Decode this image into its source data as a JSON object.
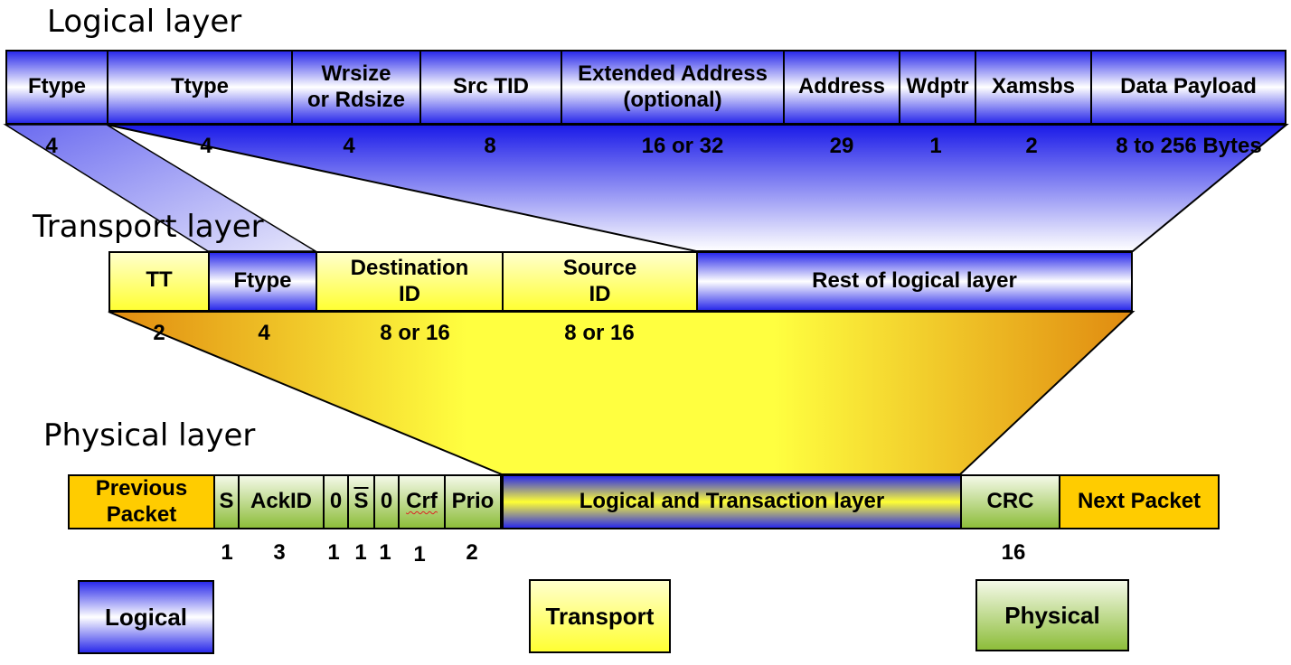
{
  "titles": {
    "logical": "Logical layer",
    "transport": "Transport layer",
    "physical": "Physical layer"
  },
  "logical_fields": [
    {
      "label": "Ftype",
      "bits": "4"
    },
    {
      "label": "Ttype",
      "bits": "4"
    },
    {
      "label": "Wrsize\nor Rdsize",
      "bits": "4"
    },
    {
      "label": "Src TID",
      "bits": "8"
    },
    {
      "label": "Extended Address\n(optional)",
      "bits": "16 or 32"
    },
    {
      "label": "Address",
      "bits": "29"
    },
    {
      "label": "Wdptr",
      "bits": "1"
    },
    {
      "label": "Xamsbs",
      "bits": "2"
    },
    {
      "label": "Data Payload",
      "bits": "8 to 256 Bytes"
    }
  ],
  "transport_fields": [
    {
      "label": "TT",
      "bits": "2"
    },
    {
      "label": "Ftype",
      "bits": "4"
    },
    {
      "label": "Destination\nID",
      "bits": "8 or 16"
    },
    {
      "label": "Source\nID",
      "bits": "8 or 16"
    },
    {
      "label": "Rest of logical layer",
      "bits": ""
    }
  ],
  "physical_fields": [
    {
      "label": "Previous\nPacket",
      "bits": ""
    },
    {
      "label": "S",
      "bits": "1"
    },
    {
      "label": "AckID",
      "bits": "3"
    },
    {
      "label": "0",
      "bits": "1"
    },
    {
      "label": "S",
      "bits": "1"
    },
    {
      "label": "0",
      "bits": "1"
    },
    {
      "label": "Crf",
      "bits": "1"
    },
    {
      "label": "Prio",
      "bits": "2"
    },
    {
      "label": "Logical and Transaction layer",
      "bits": ""
    },
    {
      "label": "CRC",
      "bits": "16"
    },
    {
      "label": "Next Packet",
      "bits": ""
    }
  ],
  "legend": {
    "logical": "Logical",
    "transport": "Transport",
    "physical": "Physical"
  },
  "colors": {
    "logical": "#2a2aea",
    "transport": "#ffff33",
    "physical": "#8dbd3a",
    "packet": "#ffcc00",
    "funnel_orange": "#e08a10"
  }
}
